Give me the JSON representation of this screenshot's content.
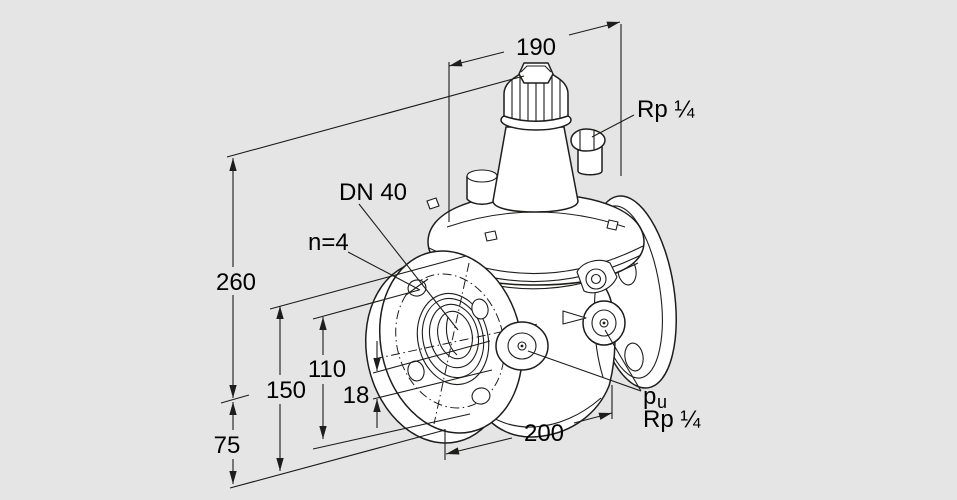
{
  "canvas": {
    "background": "#e5e5e5",
    "line_color": "#1d1d1b",
    "text_color": "#000000",
    "fill_color": "#ffffff"
  },
  "dimensions": {
    "top_width": "190",
    "total_height": "260",
    "flange_diameter": "150",
    "bolt_circle_diameter": "110",
    "bolt_hole_diameter": "18",
    "bottom_height": "75",
    "overall_length": "200"
  },
  "labels": {
    "top_connection": "Rp ¼",
    "nominal_diameter": "DN 40",
    "bolt_count": "n=4",
    "pressure_tap_base": "p",
    "pressure_tap_sub": "u",
    "pressure_tap_thread": "Rp ¼"
  }
}
